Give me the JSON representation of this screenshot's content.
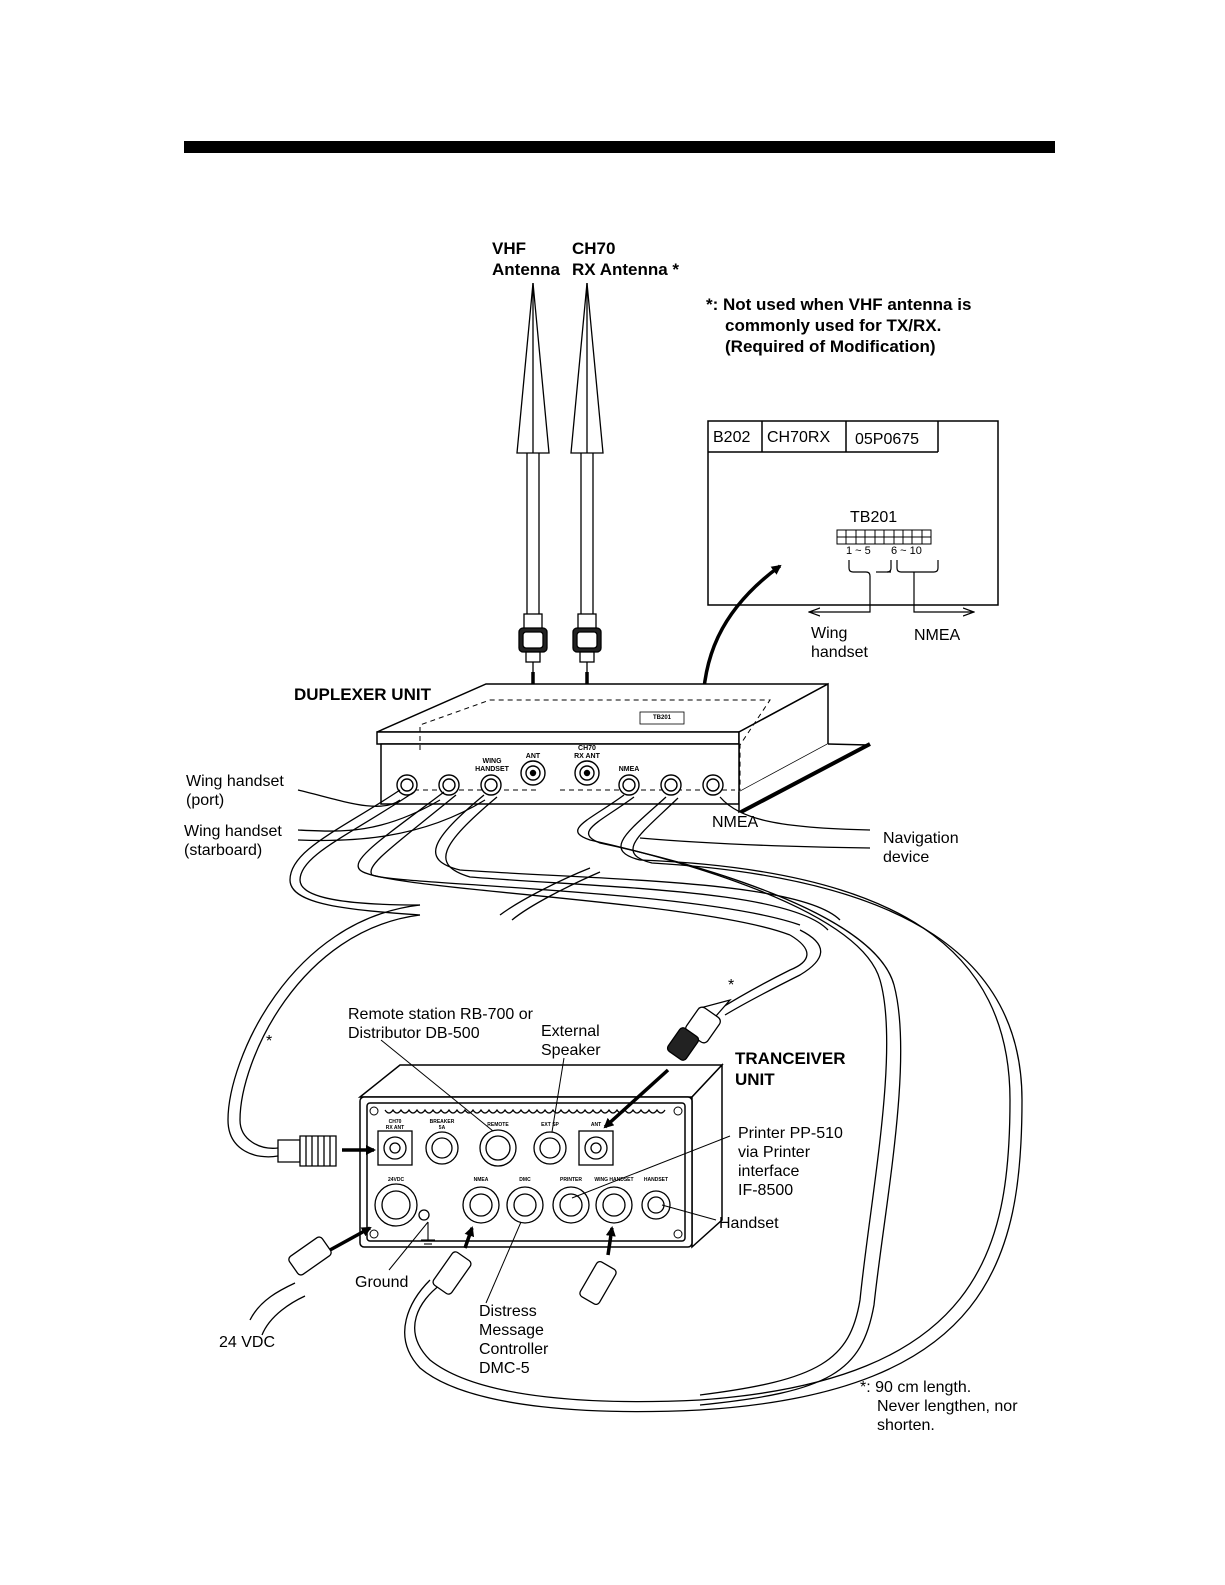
{
  "antennas": {
    "vhf": [
      "VHF",
      "Antenna"
    ],
    "ch70": [
      "CH70",
      "RX Antenna *"
    ]
  },
  "note_top": [
    "*: Not used when VHF antenna is",
    "commonly used for TX/RX.",
    "(Required of Modification)"
  ],
  "board": {
    "cells": [
      "B202",
      "CH70RX",
      "05P0675"
    ],
    "terminal": "TB201",
    "pins_left": "1  ~  5",
    "pins_right": "6  ~  10",
    "wing": [
      "Wing",
      "handset"
    ],
    "nmea": "NMEA"
  },
  "duplexer": {
    "title": "DUPLEXER UNIT",
    "ports": {
      "wing": [
        "WING",
        "HANDSET"
      ],
      "ant": "ANT",
      "ch70": [
        "CH70",
        "RX ANT"
      ],
      "nmea": "NMEA"
    },
    "nmea_label": "NMEA",
    "tb_small": "TB201"
  },
  "left_labels": {
    "wing_port": [
      "Wing handset",
      "(port)"
    ],
    "wing_stbd": [
      "Wing handset",
      "(starboard)"
    ]
  },
  "nav_device": [
    "Navigation",
    "device"
  ],
  "remote_station": [
    "Remote station RB-700 or",
    "Distributor DB-500"
  ],
  "external_speaker": [
    "External",
    "Speaker"
  ],
  "transceiver": {
    "title": [
      "TRANCEIVER",
      "UNIT"
    ],
    "ports": {
      "ch70": [
        "CH70",
        "RX ANT"
      ],
      "breaker": [
        "BREAKER",
        "5A"
      ],
      "remote": "REMOTE",
      "extsp": "EXT SP",
      "ant": "ANT",
      "dc": "24VDC",
      "nmea": "NMEA",
      "dmc": "DMC",
      "printer": "PRINTER",
      "wing": "WING HANDSET",
      "handset": "HANDSET"
    }
  },
  "printer": [
    "Printer PP-510",
    "via Printer",
    "interface",
    "IF-8500"
  ],
  "handset": "Handset",
  "ground": "Ground",
  "vdc": "24 VDC",
  "distress": [
    "Distress",
    "Message",
    "Controller",
    "DMC-5"
  ],
  "star": "*",
  "note_bottom": [
    "*: 90 cm length.",
    "Never lengthen, nor",
    "shorten."
  ]
}
